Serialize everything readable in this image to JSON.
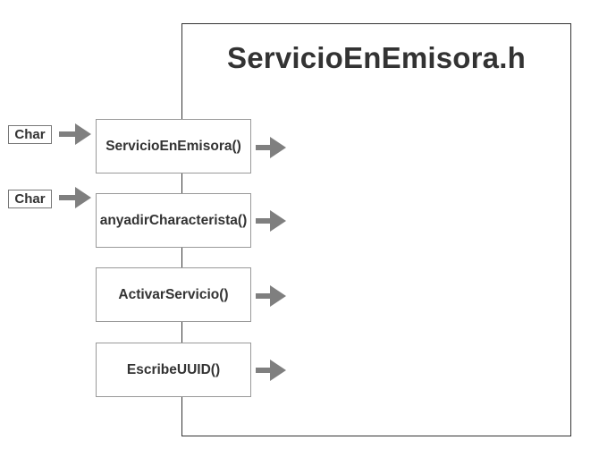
{
  "diagram": {
    "title": "ServicioEnEmisora.h",
    "methods": [
      {
        "label": "ServicioEnEmisora()",
        "has_input": true,
        "input_label": "Char"
      },
      {
        "label": "anyadirCharacterista()",
        "has_input": true,
        "input_label": "Char"
      },
      {
        "label": "ActivarServicio()",
        "has_input": false
      },
      {
        "label": "EscribeUUID()",
        "has_input": false
      }
    ],
    "colors": {
      "border_dark": "#333333",
      "border_light": "#999999",
      "arrow": "#7f7f7f",
      "text": "#333333"
    }
  }
}
